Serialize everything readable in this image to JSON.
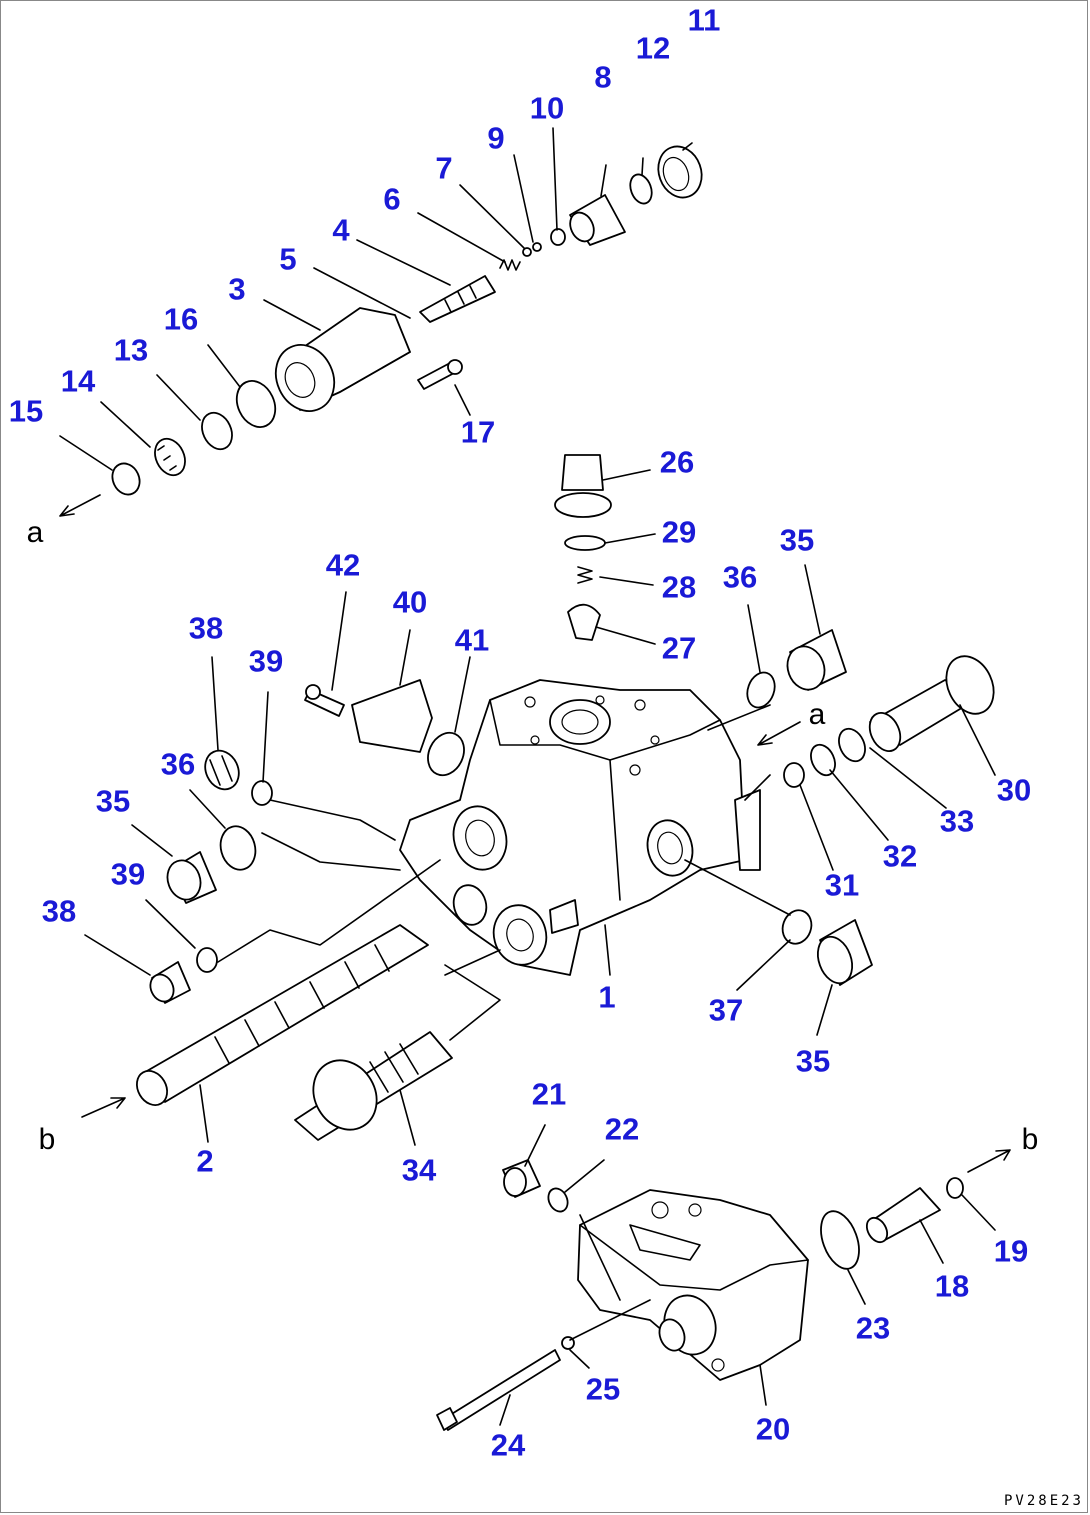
{
  "diagram": {
    "label_color": "#1a1ad6",
    "line_color": "#000000",
    "drawing_code": "PV28E23",
    "callouts": [
      {
        "id": "c11",
        "text": "11"
      },
      {
        "id": "c12",
        "text": "12"
      },
      {
        "id": "c8",
        "text": "8"
      },
      {
        "id": "c10",
        "text": "10"
      },
      {
        "id": "c9",
        "text": "9"
      },
      {
        "id": "c7",
        "text": "7"
      },
      {
        "id": "c6",
        "text": "6"
      },
      {
        "id": "c4",
        "text": "4"
      },
      {
        "id": "c5",
        "text": "5"
      },
      {
        "id": "c3",
        "text": "3"
      },
      {
        "id": "c16",
        "text": "16"
      },
      {
        "id": "c13",
        "text": "13"
      },
      {
        "id": "c14",
        "text": "14"
      },
      {
        "id": "c15",
        "text": "15"
      },
      {
        "id": "c17",
        "text": "17"
      },
      {
        "id": "c26",
        "text": "26"
      },
      {
        "id": "c29",
        "text": "29"
      },
      {
        "id": "c28",
        "text": "28"
      },
      {
        "id": "c27",
        "text": "27"
      },
      {
        "id": "c36a",
        "text": "36"
      },
      {
        "id": "c35a",
        "text": "35"
      },
      {
        "id": "c42",
        "text": "42"
      },
      {
        "id": "c40",
        "text": "40"
      },
      {
        "id": "c41",
        "text": "41"
      },
      {
        "id": "c38a",
        "text": "38"
      },
      {
        "id": "c39a",
        "text": "39"
      },
      {
        "id": "c36b",
        "text": "36"
      },
      {
        "id": "c35b",
        "text": "35"
      },
      {
        "id": "c39b",
        "text": "39"
      },
      {
        "id": "c38b",
        "text": "38"
      },
      {
        "id": "c30",
        "text": "30"
      },
      {
        "id": "c33",
        "text": "33"
      },
      {
        "id": "c32",
        "text": "32"
      },
      {
        "id": "c31",
        "text": "31"
      },
      {
        "id": "c1",
        "text": "1"
      },
      {
        "id": "c37",
        "text": "37"
      },
      {
        "id": "c35c",
        "text": "35"
      },
      {
        "id": "c2",
        "text": "2"
      },
      {
        "id": "c34",
        "text": "34"
      },
      {
        "id": "c21",
        "text": "21"
      },
      {
        "id": "c22",
        "text": "22"
      },
      {
        "id": "c19",
        "text": "19"
      },
      {
        "id": "c18",
        "text": "18"
      },
      {
        "id": "c23",
        "text": "23"
      },
      {
        "id": "c25",
        "text": "25"
      },
      {
        "id": "c20",
        "text": "20"
      },
      {
        "id": "c24",
        "text": "24"
      }
    ],
    "flow_markers": [
      {
        "id": "m_a1",
        "text": "a"
      },
      {
        "id": "m_a2",
        "text": "a"
      },
      {
        "id": "m_b1",
        "text": "b"
      },
      {
        "id": "m_b2",
        "text": "b"
      }
    ]
  }
}
